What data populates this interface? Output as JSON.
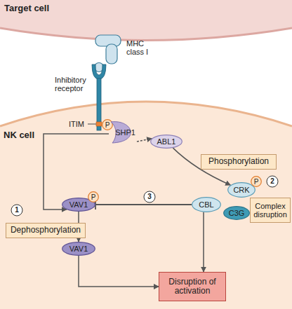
{
  "diagram": {
    "nodes": [
      {
        "text": [
          "Target cell"
        ]
      },
      {
        "text": [
          "NK cell"
        ]
      },
      {
        "text": [
          "P"
        ],
        "in": 1
      },
      {
        "text": [
          "SHP1"
        ],
        "in": 1
      },
      {
        "text": [
          "ABL1"
        ],
        "in": 1
      },
      {
        "text": [
          "Phosphorylation"
        ],
        "in": 1
      },
      {
        "text": [
          "CRK"
        ],
        "in": 1
      },
      {
        "text": [
          "P"
        ],
        "in": 1
      },
      {
        "text": [
          "VAV1"
        ],
        "in": 1
      },
      {
        "text": [
          "P"
        ],
        "in": 1
      },
      {
        "text": [
          "CBL"
        ],
        "in": 1
      },
      {
        "text": [
          "C3G"
        ],
        "in": 1
      },
      {
        "text": [
          "Complex disruption"
        ],
        "in": 1
      },
      {
        "text": [
          "Dephosphorylation"
        ],
        "in": 1
      },
      {
        "text": [
          "VAV1"
        ],
        "in": 1
      },
      {
        "text": [
          "Disruption of activation"
        ],
        "in": 1
      }
    ],
    "edges": [
      {
        "from": 3,
        "to": 4,
        "arrow": "to"
      },
      {
        "from": 4,
        "to": 6,
        "arrow": "to"
      },
      {
        "from": 3,
        "to": 8,
        "arrow": "to"
      },
      {
        "from": 10,
        "to": 8,
        "arrow": "to"
      },
      {
        "from": 8,
        "to": 14,
        "arrow": "to"
      },
      {
        "from": 14,
        "to": 15,
        "arrow": "to"
      },
      {
        "from": 10,
        "to": 15,
        "arrow": "to"
      }
    ],
    "labels": [
      "MHC class I",
      "Inhibitory receptor",
      "ITIM",
      "2",
      "3",
      "1"
    ]
  }
}
